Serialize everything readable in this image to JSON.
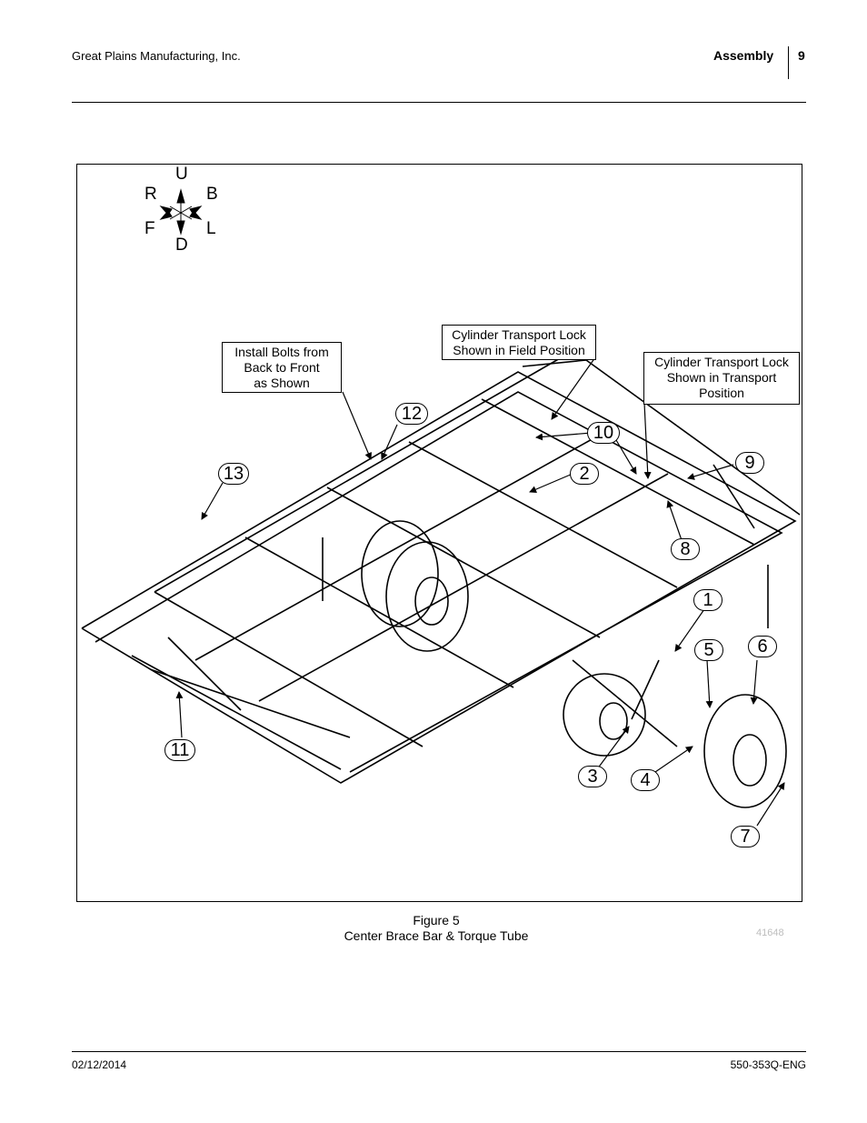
{
  "header": {
    "company": "Great Plains Manufacturing, Inc.",
    "section": "Assembly",
    "page_number": "9"
  },
  "figure": {
    "compass": {
      "up": "U",
      "down": "D",
      "right": "R",
      "back": "B",
      "front": "F",
      "left": "L"
    },
    "callouts": {
      "install_bolts": [
        "Install Bolts from",
        "Back to Front",
        "as Shown"
      ],
      "lock_field": [
        "Cylinder Transport Lock",
        "Shown in Field Position"
      ],
      "lock_transport": [
        "Cylinder Transport Lock",
        "Shown in Transport",
        "Position"
      ]
    },
    "item_numbers": [
      "1",
      "2",
      "3",
      "4",
      "5",
      "6",
      "7",
      "8",
      "9",
      "10",
      "11",
      "12",
      "13"
    ],
    "caption_line1": "Figure 5",
    "caption_line2": "Center Brace Bar & Torque Tube",
    "figure_id": "41648"
  },
  "footer": {
    "date": "02/12/2014",
    "doc_number": "550-353Q-ENG"
  }
}
